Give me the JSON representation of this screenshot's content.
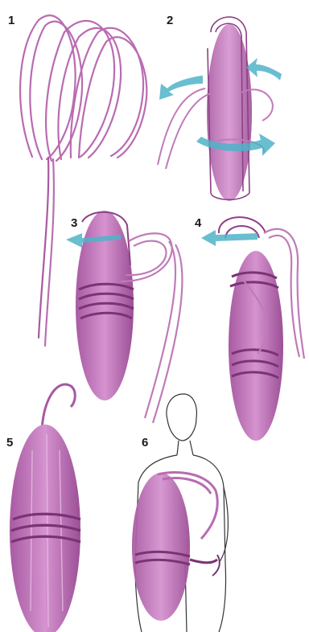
{
  "steps": [
    {
      "number": "1"
    },
    {
      "number": "2"
    },
    {
      "number": "3"
    },
    {
      "number": "4"
    },
    {
      "number": "5"
    },
    {
      "number": "6"
    }
  ],
  "colors": {
    "rope": "#c77ac0",
    "rope_dark": "#8e3f87",
    "rope_light": "#e3b4de",
    "arrow": "#4fb3c8",
    "outline": "#333333"
  },
  "icons": [
    "rope-loops-icon",
    "rotation-arrow-icon",
    "person-outline-icon"
  ]
}
